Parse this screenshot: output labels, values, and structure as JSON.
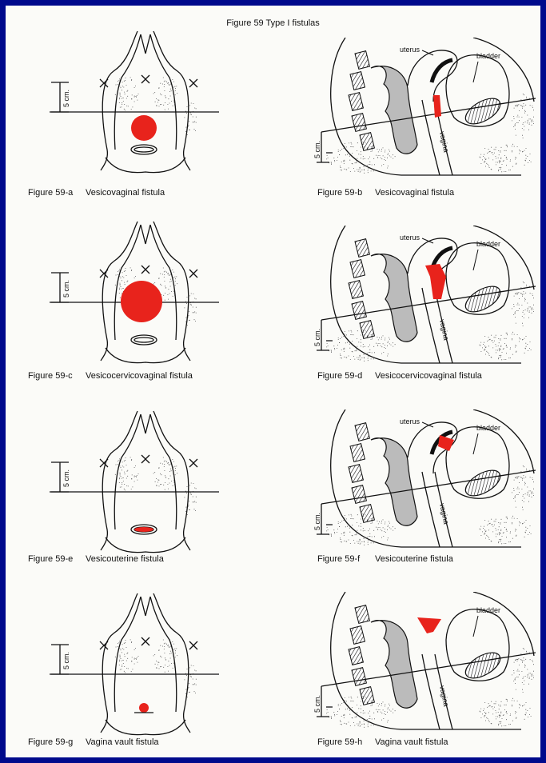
{
  "title": "Figure 59    Type I fistulas",
  "labels": {
    "scale": "5",
    "scale_unit": "cm.",
    "uterus": "uterus",
    "bladder": "bladder",
    "vagina": "vagina"
  },
  "colors": {
    "border": "#000a8c",
    "fistula": "#e8231c",
    "ink": "#111111",
    "paper": "#fbfbf8"
  },
  "figures": [
    {
      "number": "Figure 59-a",
      "caption": "Vesicovaginal fistula"
    },
    {
      "number": "Figure 59-b",
      "caption": "Vesicovaginal fistula"
    },
    {
      "number": "Figure 59-c",
      "caption": "Vesicocervicovaginal fistula"
    },
    {
      "number": "Figure 59-d",
      "caption": "Vesicocervicovaginal fistula"
    },
    {
      "number": "Figure 59-e",
      "caption": "Vesicouterine fistula"
    },
    {
      "number": "Figure 59-f",
      "caption": "Vesicouterine fistula"
    },
    {
      "number": "Figure 59-g",
      "caption": "Vagina vault fistula"
    },
    {
      "number": "Figure 59-h",
      "caption": "Vagina vault fistula"
    }
  ]
}
